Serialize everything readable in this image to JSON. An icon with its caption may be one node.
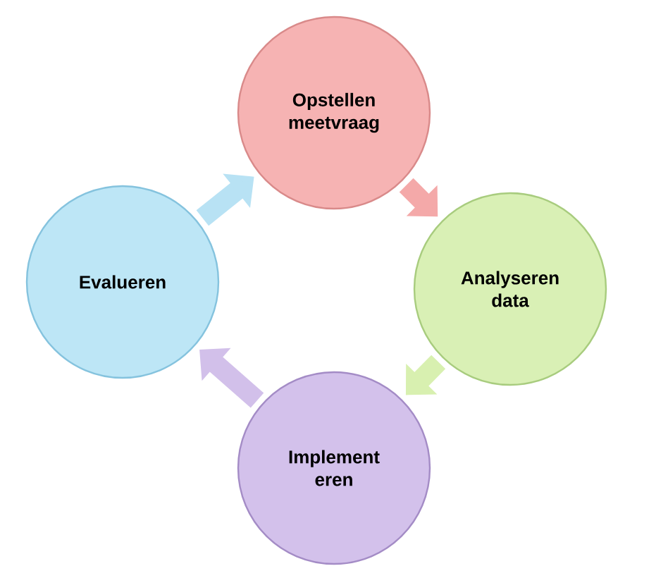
{
  "diagram": {
    "nodes": [
      {
        "text": [
          "Opstellen meetvraag"
        ]
      },
      {
        "text": [
          "Analyseren data"
        ]
      },
      {
        "text": [
          "Implement eren"
        ]
      },
      {
        "text": [
          "Evalueren"
        ]
      }
    ],
    "edges": [
      {
        "from": 0,
        "to": 1,
        "arrow": "to",
        "color": "#f4a9a9"
      },
      {
        "from": 1,
        "to": 2,
        "arrow": "to",
        "color": "#d8f0b0"
      },
      {
        "from": 2,
        "to": 3,
        "arrow": "to",
        "color": "#d2c0ea"
      },
      {
        "from": 3,
        "to": 0,
        "arrow": "to",
        "color": "#b8e2f4"
      }
    ]
  }
}
